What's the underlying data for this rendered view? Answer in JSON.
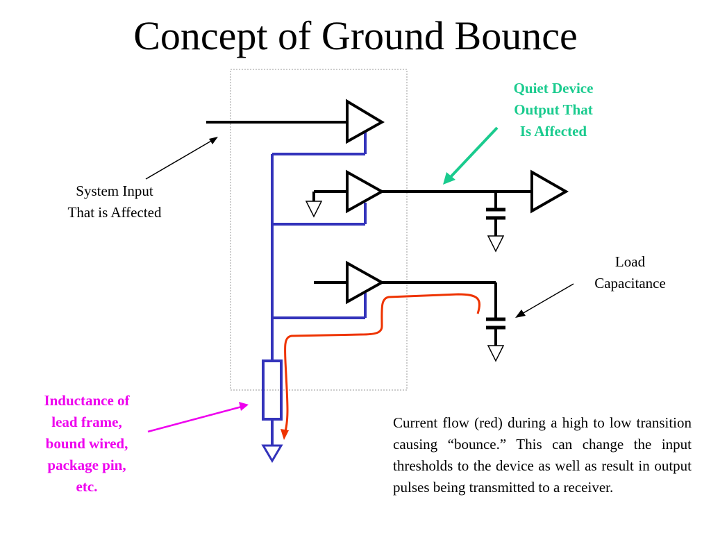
{
  "slide": {
    "title": "Concept of Ground Bounce"
  },
  "labels": {
    "system_input": [
      "System Input",
      "That is Affected"
    ],
    "quiet_device": [
      "Quiet Device",
      "Output That",
      "Is Affected"
    ],
    "load_capacitance": [
      "Load",
      "Capacitance"
    ],
    "inductance": [
      "Inductance of",
      "lead frame,",
      "bound wired,",
      "package pin,",
      "etc."
    ]
  },
  "description": "Current flow (red) during a high to low transition causing “bounce.”  This can change the input thresholds to the device as well as result in output pulses being transmitted to a receiver.",
  "colors": {
    "ground_path": "#3333bb",
    "current_flow": "#ee3300",
    "quiet_label": "#1acb8e",
    "inductance_label": "#ee00ee",
    "wire": "#000000",
    "package_outline": "#999999"
  }
}
